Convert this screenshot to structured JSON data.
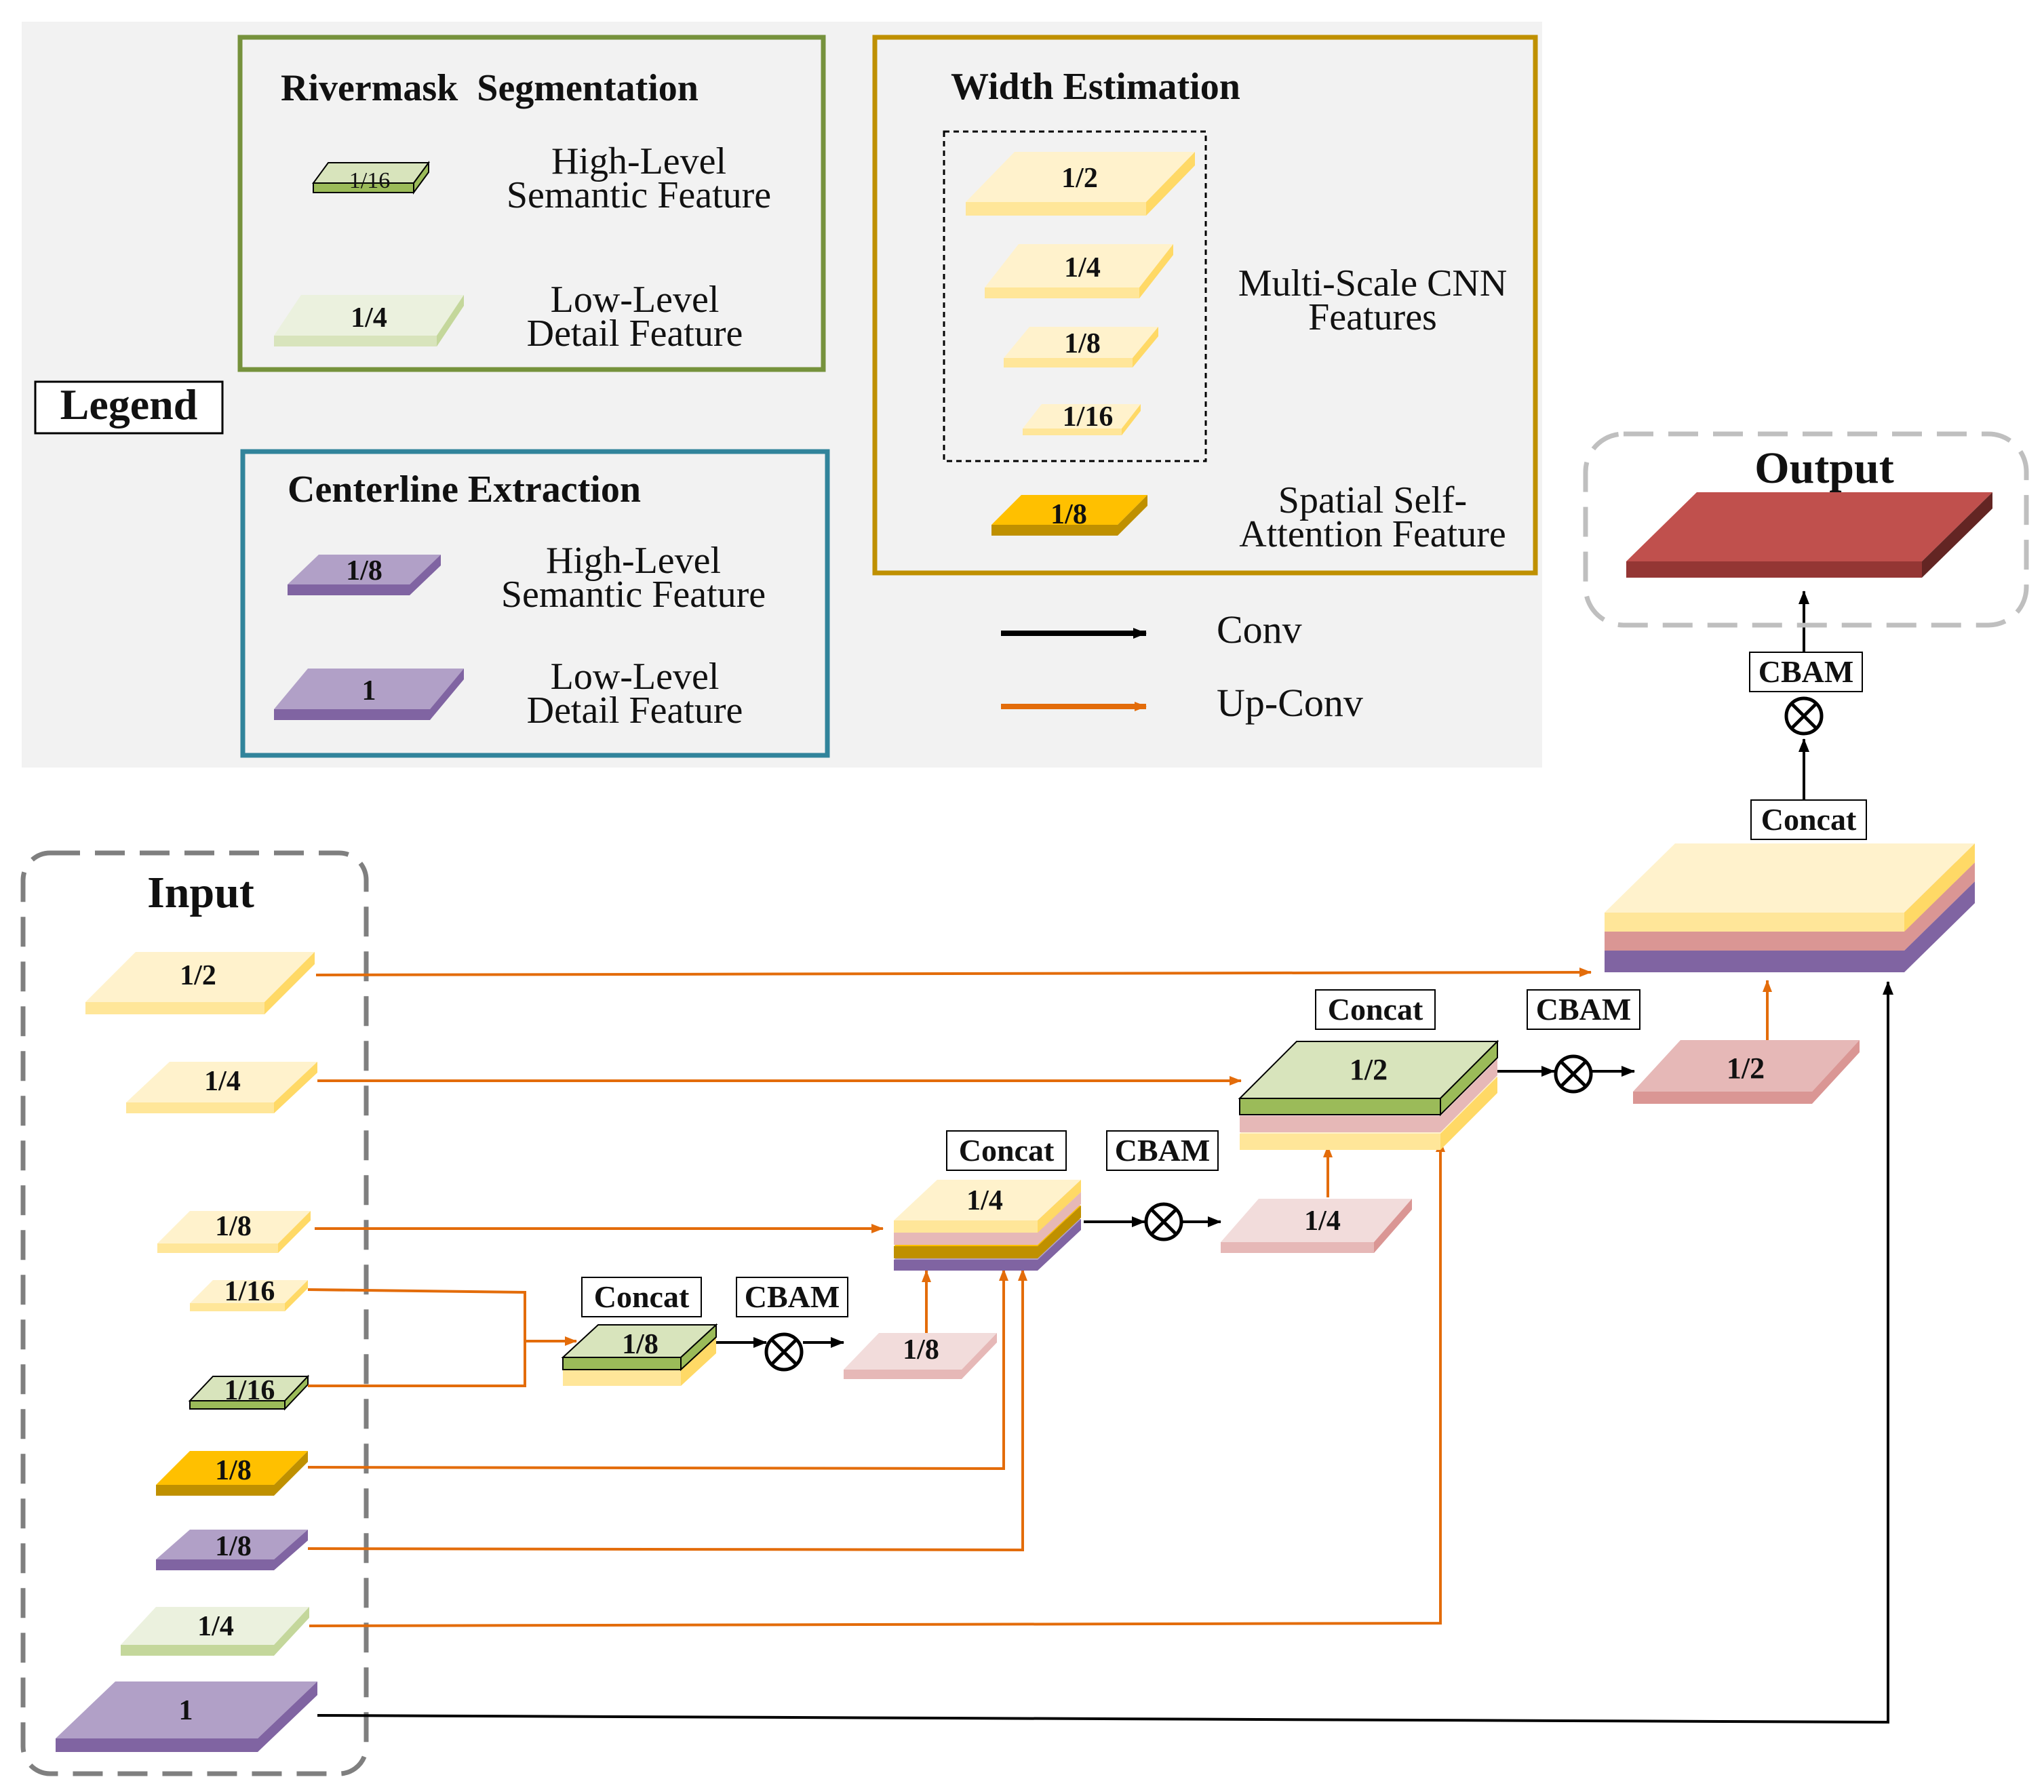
{
  "colors": {
    "panel_bg": "#f2f2f2",
    "rivermask_border": "#76923c",
    "centerline_border": "#31849b",
    "width_border": "#bf9000",
    "conv_arrow": "#000000",
    "upconv_arrow": "#e36c0a",
    "yellow_light": "#fff2cc",
    "yellow_mid": "#ffe699",
    "yellow_edge": "#e0c36a",
    "gold_top": "#ffc000",
    "gold_side": "#bf9000",
    "green_top": "#d8e4bc",
    "green_side": "#9bbb59",
    "purple_top": "#b1a0c7",
    "purple_side": "#8064a2",
    "pink_top": "#e6b8b7",
    "pink_side": "#da9694",
    "red_top": "#c0504d",
    "red_side": "#943634"
  },
  "legend": {
    "title": "Legend",
    "rivermask": {
      "title": "Rivermask  Segmentation",
      "high_scale": "1/16",
      "high_label": [
        "High-Level",
        "Semantic Feature"
      ],
      "low_scale": "1/4",
      "low_label": [
        "Low-Level",
        "Detail Feature"
      ]
    },
    "centerline": {
      "title": "Centerline Extraction",
      "high_scale": "1/8",
      "high_label": [
        "High-Level",
        "Semantic Feature"
      ],
      "low_scale": "1",
      "low_label": [
        "Low-Level",
        "Detail Feature"
      ]
    },
    "width": {
      "title": "Width Estimation",
      "scales": [
        "1/2",
        "1/4",
        "1/8",
        "1/16"
      ],
      "multiscale_label": [
        "Multi-Scale CNN",
        "Features"
      ],
      "attention_scale": "1/8",
      "attention_label": [
        "Spatial Self-",
        "Attention Feature"
      ]
    },
    "conv_label": "Conv",
    "upconv_label": "Up-Conv"
  },
  "input": {
    "title": "Input",
    "blocks": [
      "1/2",
      "1/4",
      "1/8",
      "1/16",
      "1/16",
      "1/8",
      "1/8",
      "1/4",
      "1"
    ]
  },
  "stages": {
    "concat_label": "Concat",
    "cbam_label": "CBAM",
    "stage1_stack_scale": "1/8",
    "stage1_out_scale": "1/8",
    "stage2_stack_scale": "1/4",
    "stage2_out_scale": "1/4",
    "stage3_stack_scale": "1/2",
    "stage3_out_scale": "1/2"
  },
  "output": {
    "title": "Output"
  }
}
